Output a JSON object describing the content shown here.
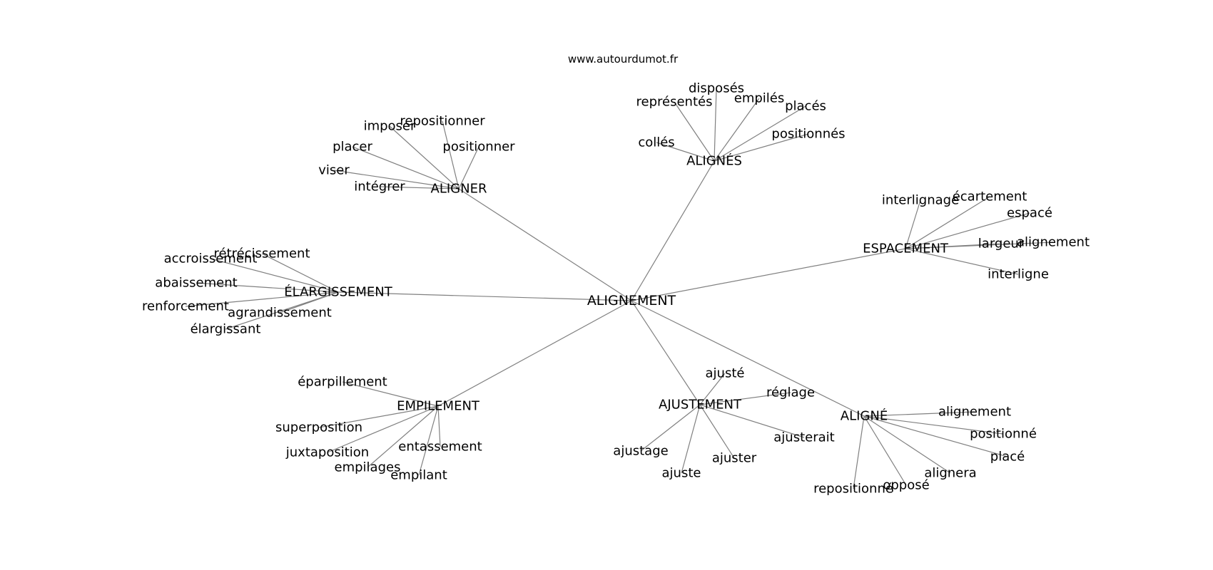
{
  "source": "www.autourdumot.fr",
  "center": "ALIGNEMENT",
  "clusters": [
    {
      "label": "ALIGNER",
      "words": [
        "repositionner",
        "imposer",
        "placer",
        "positionner",
        "viser",
        "intégrer"
      ]
    },
    {
      "label": "ALIGNÉS",
      "words": [
        "disposés",
        "représentés",
        "empilés",
        "placés",
        "collés",
        "positionnés"
      ]
    },
    {
      "label": "ESPACEMENT",
      "words": [
        "interlignage",
        "écartement",
        "espacé",
        "largeur",
        "alignement",
        "interligne"
      ]
    },
    {
      "label": "ÉLARGISSEMENT",
      "words": [
        "rétrécissement",
        "accroissement",
        "abaissement",
        "renforcement",
        "agrandissement",
        "élargissant"
      ]
    },
    {
      "label": "EMPILEMENT",
      "words": [
        "éparpillement",
        "superposition",
        "juxtaposition",
        "entassement",
        "empilages",
        "empilant"
      ]
    },
    {
      "label": "AJUSTEMENT",
      "words": [
        "ajusté",
        "réglage",
        "ajusterait",
        "ajustage",
        "ajuster",
        "ajuste"
      ]
    },
    {
      "label": "ALIGNÉ",
      "words": [
        "alignement",
        "positionné",
        "placé",
        "alignera",
        "opposé",
        "repositionné"
      ]
    }
  ]
}
